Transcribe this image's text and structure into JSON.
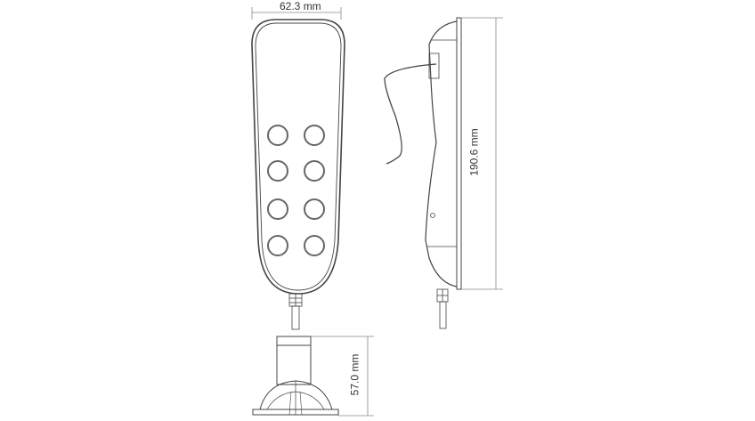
{
  "dimensions": {
    "width_label": "62.3 mm",
    "height_label": "190.6 mm",
    "depth_label": "57.0 mm"
  },
  "colors": {
    "line": "#444444",
    "dim_line": "#888888"
  }
}
